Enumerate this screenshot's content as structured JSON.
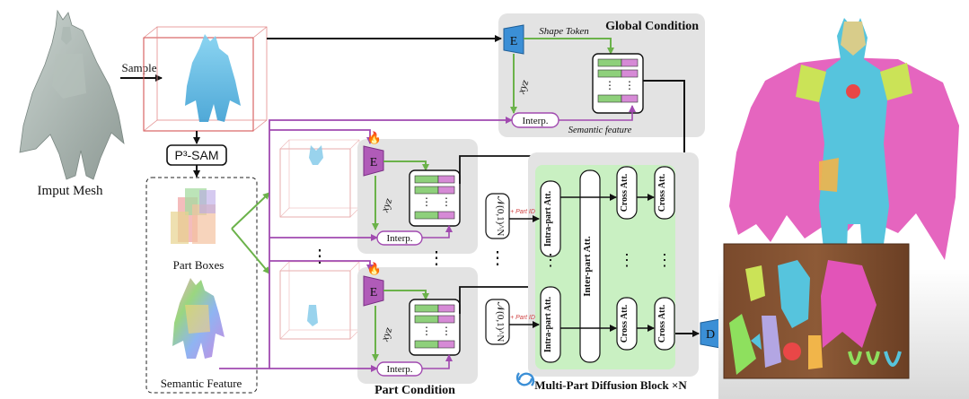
{
  "labels": {
    "input_mesh": "Imput Mesh",
    "sample": "Sample",
    "p3sam": "P³-SAM",
    "part_boxes": "Part Boxes",
    "semantic_feature": "Semantic Feature",
    "global_condition": "Global Condition",
    "shape_token": "Shape Token",
    "semantic_feature_italic": "Semantic feature",
    "xyz": "xyz",
    "interp": "Interp.",
    "encoder": "E",
    "decoder": "D",
    "part_condition": "Part Condition",
    "noise": "𝒩(0,1)^N",
    "part_id": "+ Part ID",
    "intra_part_att": "Intra-part Att.",
    "inter_part_att": "Inter-part Att.",
    "cross_att": "Cross Att.",
    "ellipsis_h": "⋯",
    "ellipsis_v": "⋮",
    "multi_part_block": "Multi-Part Diffusion Block ×N"
  },
  "colors": {
    "green_arrow": "#6bb24a",
    "purple_arrow": "#a14ab0",
    "encoder_blue": "#3b8fd6",
    "encoder_purple": "#b05bb8",
    "diffusion_green": "#c9f0c2",
    "panel_gray": "#e3e3e3",
    "token_green": "#8ed07b",
    "token_pink": "#d68ad6",
    "box_red": "#d04545"
  }
}
